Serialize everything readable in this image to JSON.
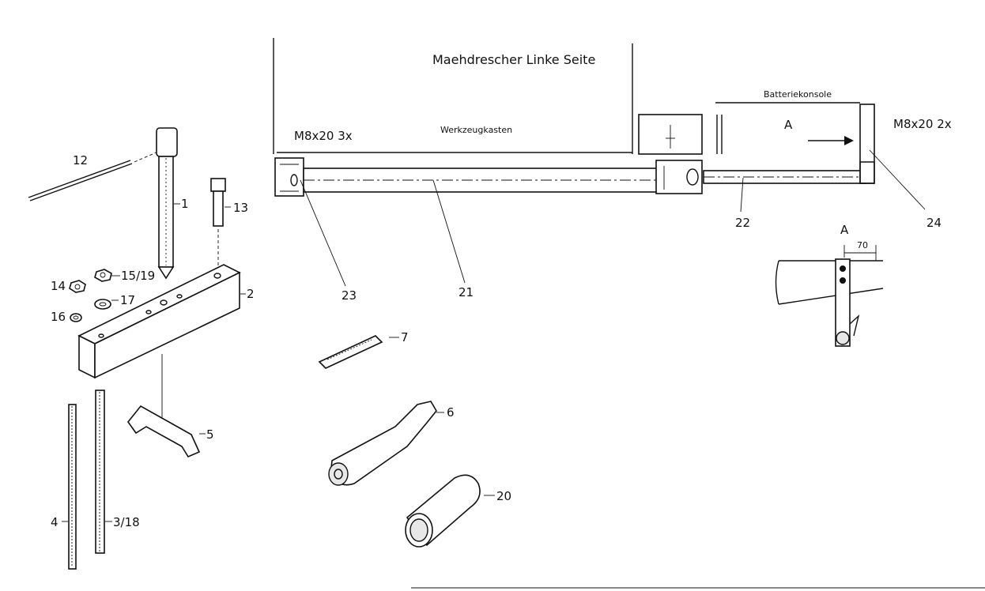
{
  "titles": {
    "main_title": "Maehdrescher Linke Seite",
    "toolbox": "Werkzeugkasten",
    "battery_console": "Batteriekonsole",
    "bolts_left": "M8x20  3x",
    "bolts_right": "M8x20  2x",
    "view_marker": "A",
    "detail_view": "A",
    "dimension": "70"
  },
  "callouts": {
    "p1": "1",
    "p2": "2",
    "p3": "3/18",
    "p4": "4",
    "p5": "5",
    "p6": "6",
    "p7": "7",
    "p12": "12",
    "p13": "13",
    "p14": "14",
    "p15": "15/19",
    "p16": "16",
    "p17": "17",
    "p20": "20",
    "p21": "21",
    "p22": "22",
    "p23": "23",
    "p24": "24"
  }
}
